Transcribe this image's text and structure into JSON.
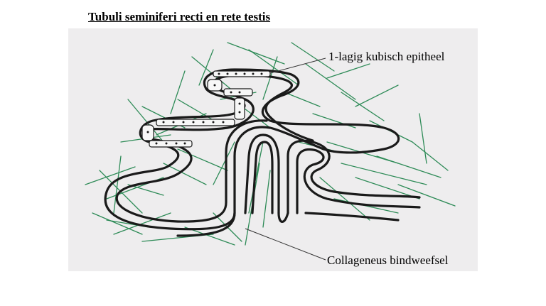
{
  "title": "Tubuli seminiferi recti en rete testis ",
  "labels": {
    "epithelium": "1-lagig kubisch epitheel",
    "connective_tissue": "Collageneus bindweefsel"
  },
  "colors": {
    "panel_background": "#eeedee",
    "tubule_wall": "#1a1a1a",
    "collagen_fibers": "#2e8b57"
  }
}
